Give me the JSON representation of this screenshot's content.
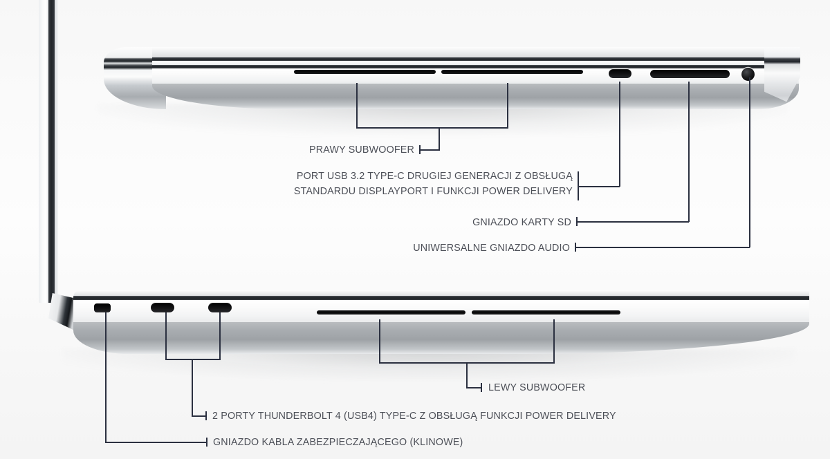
{
  "image": {
    "subject": "Laptop side profile port diagram",
    "language": "pl",
    "background_color": "#fbfbfb",
    "leader_line_color": "#2b3040",
    "label_text_color": "#4c4f57"
  },
  "top_unit": {
    "name": "right-side-profile",
    "ports": [
      {
        "id": "usb-c",
        "icon": "usb-c-port-icon"
      },
      {
        "id": "sd-card",
        "icon": "sd-card-slot-icon"
      },
      {
        "id": "audio-jack",
        "icon": "headphone-jack-icon"
      },
      {
        "id": "right-subwoofer-vent",
        "icon": "speaker-vent-icon"
      }
    ]
  },
  "bottom_unit": {
    "name": "left-side-profile",
    "ports": [
      {
        "id": "lock-slot",
        "icon": "wedge-lock-slot-icon"
      },
      {
        "id": "thunderbolt-1",
        "icon": "usb-c-port-icon"
      },
      {
        "id": "thunderbolt-2",
        "icon": "usb-c-port-icon"
      },
      {
        "id": "left-subwoofer-vent",
        "icon": "speaker-vent-icon"
      }
    ]
  },
  "callouts": {
    "right_subwoofer": "PRAWY SUBWOOFER",
    "usb_c_line1": "PORT USB 3.2 TYPE-C DRUGIEJ GENERACJI Z OBSŁUGĄ",
    "usb_c_line2": "STANDARDU DISPLAYPORT I FUNKCJI POWER DELIVERY",
    "sd_card": "GNIAZDO KARTY SD",
    "audio": "UNIWERSALNE GNIAZDO AUDIO",
    "left_subwoofer": "LEWY SUBWOOFER",
    "thunderbolt": "2 PORTY THUNDERBOLT 4 (USB4) TYPE-C Z OBSŁUGĄ FUNKCJI POWER DELIVERY",
    "lock": "GNIAZDO KABLA ZABEZPIECZAJĄCEGO (KLINOWE)"
  }
}
